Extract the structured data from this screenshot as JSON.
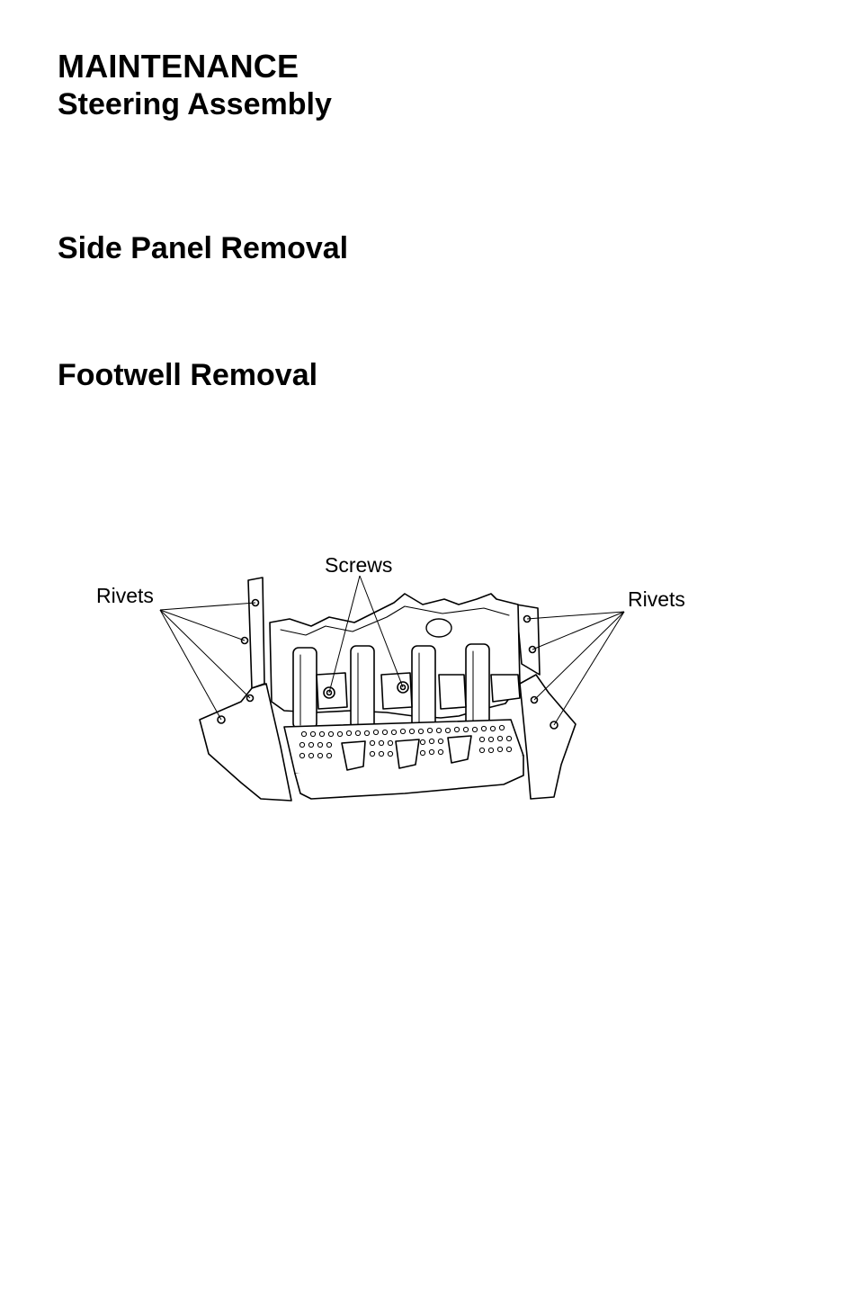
{
  "header": {
    "section": "MAINTENANCE",
    "subsection": "Steering Assembly"
  },
  "sections": [
    {
      "heading": "Side Panel Removal"
    },
    {
      "heading": "Footwell Removal"
    }
  ],
  "figure": {
    "callouts": {
      "left_rivets": "Rivets",
      "screws": "Screws",
      "right_rivets": "Rivets"
    }
  }
}
